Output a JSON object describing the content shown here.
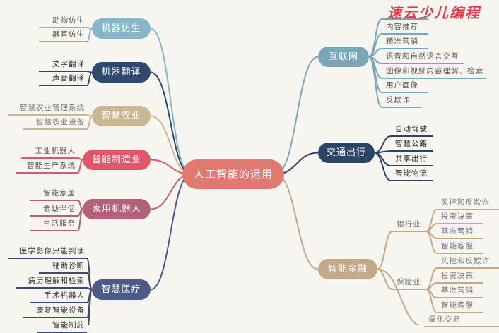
{
  "center": "人工智能的运用",
  "watermark": "速云少儿编程",
  "left": [
    {
      "label": "机器仿生",
      "color": "#86b6ca",
      "children": [
        "动物仿生",
        "器官仿生"
      ]
    },
    {
      "label": "机器翻译",
      "color": "#2e4a6e",
      "children": [
        "文字翻译",
        "声音翻译"
      ]
    },
    {
      "label": "智慧农业",
      "color": "#cbb893",
      "children": [
        "智慧农业管理系统",
        "智慧农业设备"
      ]
    },
    {
      "label": "智能制造业",
      "color": "#e2566a",
      "children": [
        "工业机器人",
        "智能生产系统"
      ]
    },
    {
      "label": "家用机器人",
      "color": "#b3607a",
      "children": [
        "智能家居",
        "老幼伴侣",
        "生活服务"
      ]
    },
    {
      "label": "智慧医疗",
      "color": "#4d5a85",
      "children": [
        "医学影像只能判读",
        "辅助诊断",
        "病历理解和检索",
        "手术机器人",
        "康复智能设备",
        "智能制药"
      ]
    }
  ],
  "right": [
    {
      "label": "互联网",
      "color": "#7aa7b8",
      "children": [
        "",
        "内容推荐",
        "精准营销",
        "语音和自然语言交互",
        "图像和视频内容理解、检索",
        "用户画像",
        "反欺诈"
      ]
    },
    {
      "label": "交通出行",
      "color": "#2b4566",
      "children": [
        "自动驾驶",
        "智慧公路",
        "共享出行",
        "智能物流"
      ]
    },
    {
      "label": "智能金融",
      "color": "#c1a98a",
      "children": [
        {
          "label": "银行业",
          "children": [
            "风控和反欺诈",
            "投资决策",
            "基准营销",
            "智能客服"
          ]
        },
        {
          "label": "保险业",
          "children": [
            "风控和反欺诈",
            "投资决策",
            "基准营销",
            "智能客服"
          ]
        },
        {
          "label": "量化交易",
          "children": []
        }
      ]
    }
  ]
}
